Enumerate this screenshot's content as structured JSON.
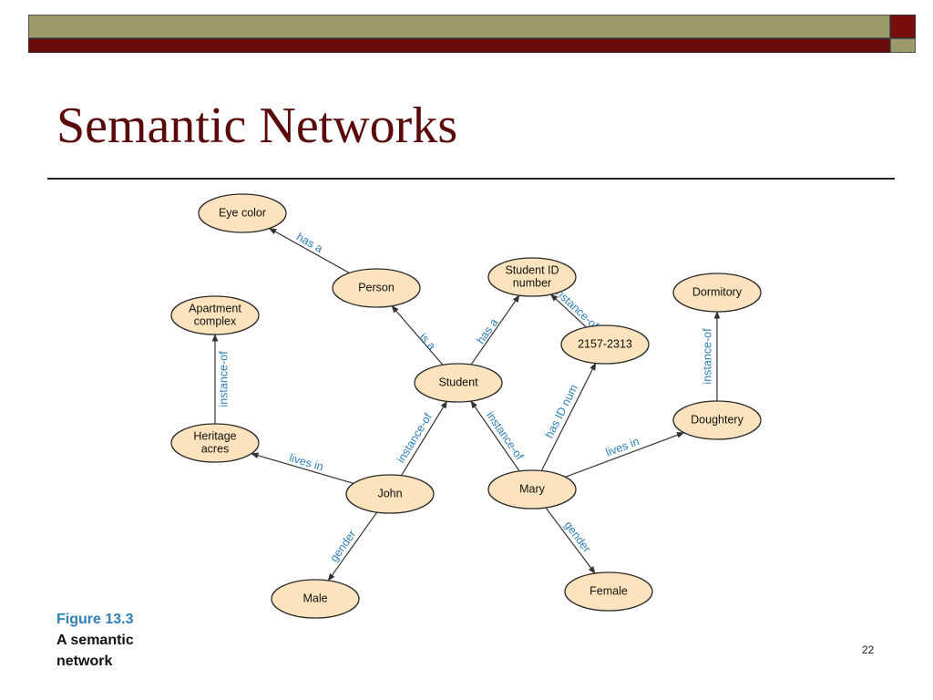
{
  "title": "Semantic Networks",
  "caption": {
    "figure": "Figure 13.3",
    "text": "A semantic network"
  },
  "page_number": "22",
  "colors": {
    "title": "#5a0a0a",
    "node_fill": "#fbe4bd",
    "edge_label": "#2f7fb8",
    "band_olive": "#9c9a6a",
    "band_red": "#6b0a0a"
  },
  "nodes": [
    {
      "id": "eye-color",
      "lines": [
        "Eye color"
      ]
    },
    {
      "id": "person",
      "lines": [
        "Person"
      ]
    },
    {
      "id": "student-id-number",
      "lines": [
        "Student ID",
        "number"
      ]
    },
    {
      "id": "apartment-complex",
      "lines": [
        "Apartment",
        "complex"
      ]
    },
    {
      "id": "dormitory",
      "lines": [
        "Dormitory"
      ]
    },
    {
      "id": "id-value",
      "lines": [
        "2157-2313"
      ]
    },
    {
      "id": "student",
      "lines": [
        "Student"
      ]
    },
    {
      "id": "heritage-acres",
      "lines": [
        "Heritage",
        "acres"
      ]
    },
    {
      "id": "doughtery",
      "lines": [
        "Doughtery"
      ]
    },
    {
      "id": "john",
      "lines": [
        "John"
      ]
    },
    {
      "id": "mary",
      "lines": [
        "Mary"
      ]
    },
    {
      "id": "male",
      "lines": [
        "Male"
      ]
    },
    {
      "id": "female",
      "lines": [
        "Female"
      ]
    }
  ],
  "edges": [
    {
      "from": "person",
      "to": "eye-color",
      "label": "has a"
    },
    {
      "from": "student",
      "to": "person",
      "label": "is a"
    },
    {
      "from": "student",
      "to": "student-id-number",
      "label": "has a"
    },
    {
      "from": "id-value",
      "to": "student-id-number",
      "label": "instance-of"
    },
    {
      "from": "heritage-acres",
      "to": "apartment-complex",
      "label": "instance-of"
    },
    {
      "from": "doughtery",
      "to": "dormitory",
      "label": "instance-of"
    },
    {
      "from": "john",
      "to": "student",
      "label": "instance-of"
    },
    {
      "from": "mary",
      "to": "student",
      "label": "instance-of"
    },
    {
      "from": "mary",
      "to": "id-value",
      "label": "has ID num"
    },
    {
      "from": "john",
      "to": "heritage-acres",
      "label": "lives in"
    },
    {
      "from": "mary",
      "to": "doughtery",
      "label": "lives in"
    },
    {
      "from": "john",
      "to": "male",
      "label": "gender"
    },
    {
      "from": "mary",
      "to": "female",
      "label": "gender"
    }
  ]
}
